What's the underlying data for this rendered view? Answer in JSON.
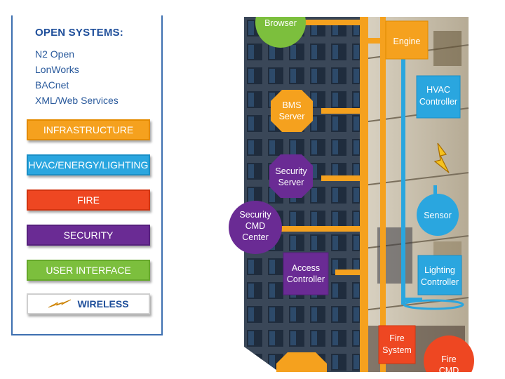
{
  "legend": {
    "title": "OPEN SYSTEMS:",
    "systems": [
      "N2 Open",
      "LonWorks",
      "BACnet",
      "XML/Web Services"
    ],
    "categories": [
      {
        "label": "INFRASTRUCTURE",
        "color": "#f5a11e"
      },
      {
        "label": "HVAC/ENERGY/LIGHTING",
        "color": "#2aa6df"
      },
      {
        "label": "FIRE",
        "color": "#ee4722"
      },
      {
        "label": "SECURITY",
        "color": "#6a2b94"
      },
      {
        "label": "USER INTERFACE",
        "color": "#7cbf3d"
      },
      {
        "label": "WIRELESS",
        "color": "#ffffff",
        "icon": "lightning-bolt-icon"
      }
    ]
  },
  "diagram": {
    "nodes": {
      "browser": "Browser",
      "engine": "Engine",
      "hvac_controller": [
        "HVAC",
        "Controller"
      ],
      "bms_server": [
        "BMS",
        "Server"
      ],
      "security_server": [
        "Security",
        "Server"
      ],
      "security_cmd_center": [
        "Security",
        "CMD",
        "Center"
      ],
      "sensor": "Sensor",
      "access_controller": [
        "Access",
        "Controller"
      ],
      "lighting_controller": [
        "Lighting",
        "Controller"
      ],
      "fire_system": [
        "Fire",
        "System"
      ],
      "fire_cmd": [
        "Fire",
        "CMD"
      ]
    },
    "colors": {
      "infrastructure": "#f5a11e",
      "hvac": "#2aa6df",
      "fire": "#ee4722",
      "security": "#6a2b94",
      "user_interface": "#7cbf3d"
    }
  }
}
